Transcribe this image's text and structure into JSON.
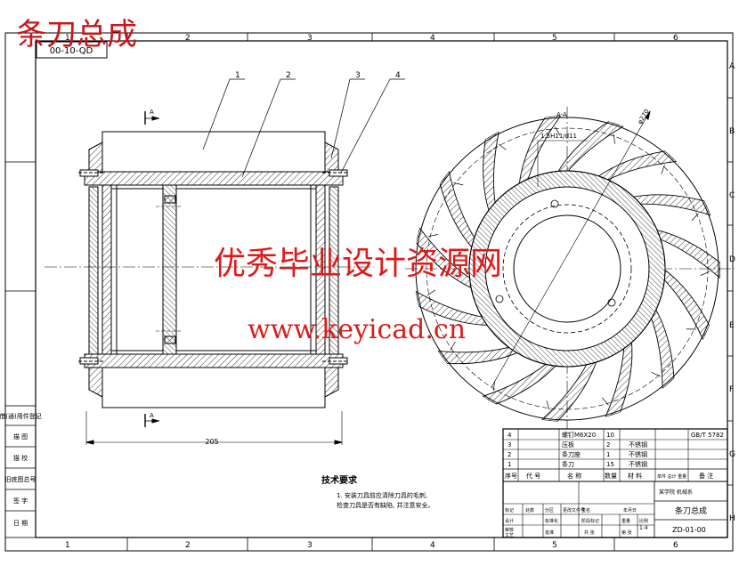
{
  "title_stamp": "条刀总成",
  "drawing_code_box": "00-10-QD",
  "frame": {
    "column_numbers": [
      "1",
      "2",
      "3",
      "4",
      "5",
      "6"
    ],
    "row_letters": [
      "A",
      "B",
      "C",
      "D",
      "E",
      "F",
      "G",
      "H"
    ]
  },
  "section_marks": {
    "a_top": "A",
    "a_bottom": "A",
    "view_label": "A-A"
  },
  "balloons": [
    "1",
    "2",
    "3",
    "4"
  ],
  "dimensions": {
    "overall_length": "205",
    "fit": "1.5H11/d11",
    "diameter": "φ270"
  },
  "watermark": {
    "line1": "优秀毕业设计资源网",
    "line2": "www.keyicad.cn"
  },
  "technical_requirements": {
    "heading": "技术要求",
    "items": [
      "1. 安装刀具前应清除刀具的毛刺,",
      "检查刀具是否有缺陷, 并注意安全。"
    ]
  },
  "left_column_labels": [
    "借(通)用件登记",
    "描 图",
    "描 校",
    "旧底图总号",
    "签 字",
    "日 期"
  ],
  "bom": {
    "rows": [
      {
        "no": "4",
        "name": "螺钉M6X20",
        "qty": "10",
        "material": "",
        "note": "GB/T 5782"
      },
      {
        "no": "3",
        "name": "压板",
        "qty": "2",
        "material": "不锈钢",
        "note": ""
      },
      {
        "no": "2",
        "name": "条刀座",
        "qty": "1",
        "material": "不锈钢",
        "note": ""
      },
      {
        "no": "1",
        "name": "条刀",
        "qty": "15",
        "material": "不锈钢",
        "note": ""
      }
    ],
    "header": [
      "序号",
      "代 号",
      "名  称",
      "数量",
      "材 料",
      "单件 总计 重量",
      "备 注"
    ]
  },
  "title_block": {
    "company": "某学院 机械系",
    "part_name": "条刀总成",
    "drawing_number": "ZD-01-00",
    "scale": "1:4",
    "labels": [
      "标记",
      "处数",
      "分区",
      "更改文件号",
      "签名",
      "年月日",
      "设计",
      "标准化",
      "审核",
      "工艺",
      "批准",
      "阶段标记",
      "重量",
      "比例",
      "共 张",
      "第 张"
    ]
  }
}
